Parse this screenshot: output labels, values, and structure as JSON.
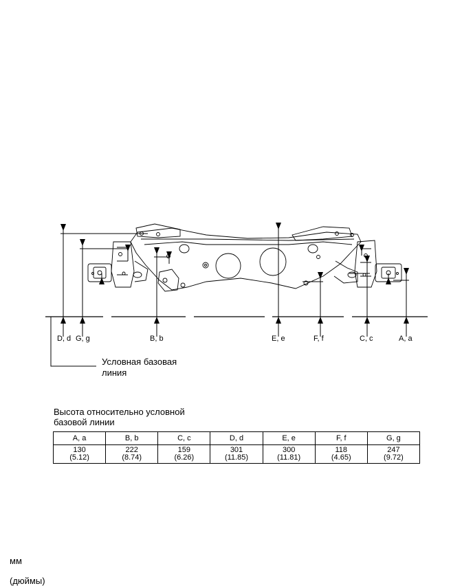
{
  "diagram": {
    "point_labels": [
      "D, d",
      "G, g",
      "B, b",
      "E, e",
      "F, f",
      "C, c",
      "A, a"
    ],
    "reference_line_label": [
      "Условная базовая",
      "линия"
    ]
  },
  "table": {
    "caption": [
      "Высота относительно условной",
      "базовой линии"
    ],
    "headers": [
      "A, a",
      "B, b",
      "C, c",
      "D, d",
      "E, e",
      "F, f",
      "G, g"
    ],
    "mm": [
      "130",
      "222",
      "159",
      "301",
      "300",
      "118",
      "247"
    ],
    "inches": [
      "(5.12)",
      "(8.74)",
      "(6.26)",
      "(11.85)",
      "(11.81)",
      "(4.65)",
      "(9.72)"
    ]
  },
  "units": {
    "mm": "мм",
    "inches": "(дюймы)"
  }
}
